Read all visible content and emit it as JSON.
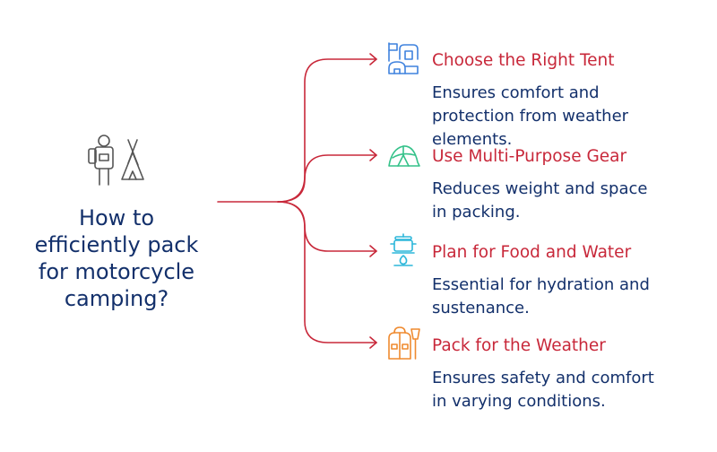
{
  "central": {
    "question": "How to\nefficiently pack\nfor motorcycle\ncamping?",
    "icon": "camper-with-tent-icon"
  },
  "branches": [
    {
      "title": "Choose the Right Tent",
      "description": "Ensures comfort and\nprotection from weather\nelements.",
      "icon": "tents-with-flag-icon",
      "color": "#3f82de"
    },
    {
      "title": "Use Multi-Purpose Gear",
      "description": "Reduces weight and space\nin packing.",
      "icon": "dome-tent-icon",
      "color": "#35c28a"
    },
    {
      "title": "Plan for Food and Water",
      "description": "Essential for hydration and\nsustenance.",
      "icon": "camp-stove-pot-icon",
      "color": "#2db7da"
    },
    {
      "title": "Pack for the Weather",
      "description": "Ensures safety and comfort\nin varying conditions.",
      "icon": "jacket-and-umbrella-icon",
      "color": "#ef8a2f"
    }
  ],
  "colors": {
    "connector": "#c8283a",
    "title": "#c8283a",
    "text": "#13306b",
    "central_icon": "#555555"
  }
}
